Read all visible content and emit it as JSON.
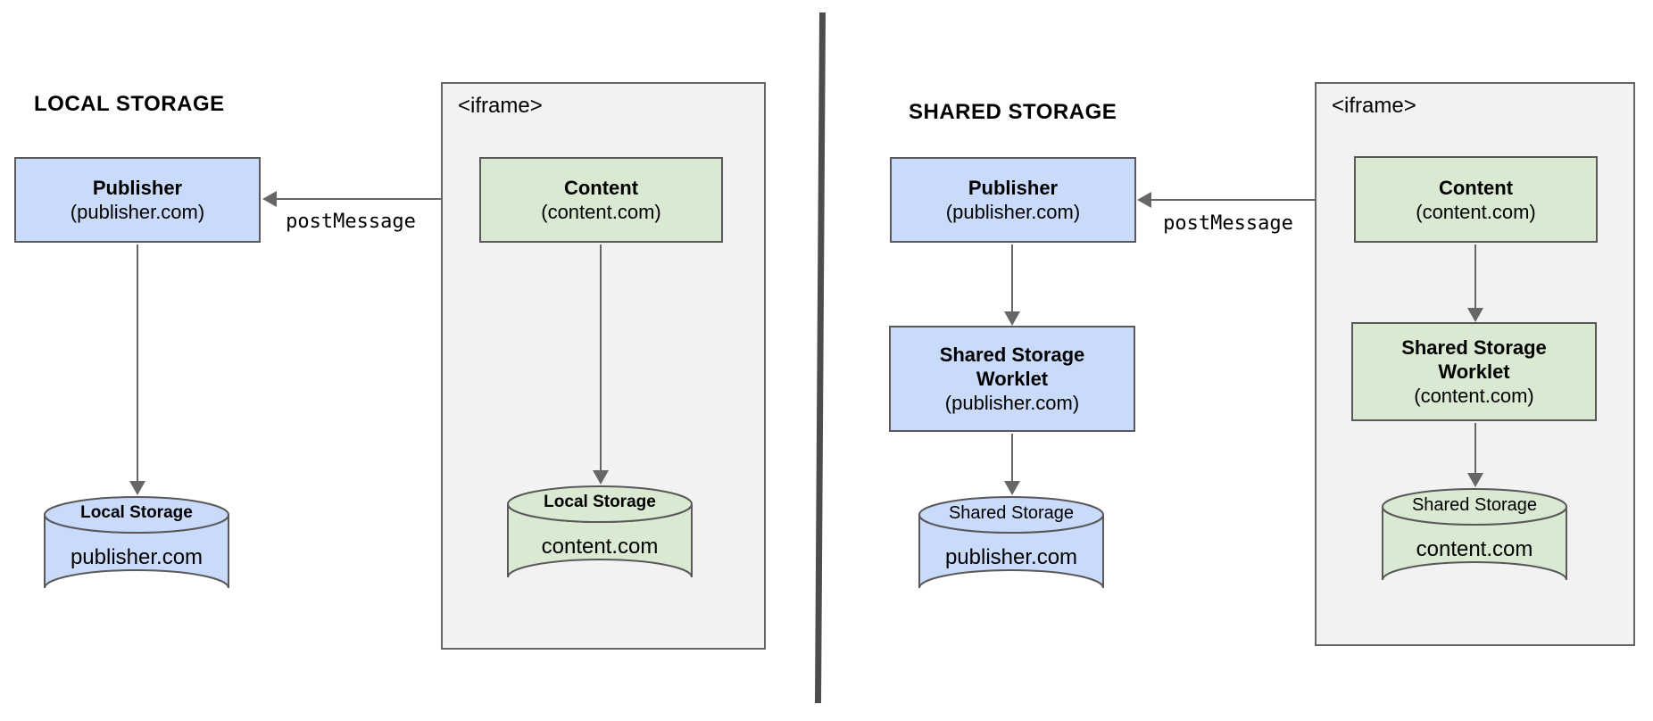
{
  "colors": {
    "background": "#ffffff",
    "blue_fill": "#c9dafa",
    "green_fill": "#d9e9d2",
    "box_border": "#595959",
    "iframe_fill": "#f2f2f2",
    "iframe_border": "#666666",
    "arrow": "#666666",
    "divider": "#4d4d4d",
    "text": "#000000"
  },
  "left_panel": {
    "title": "LOCAL STORAGE",
    "publisher_box": {
      "title": "Publisher",
      "subtitle": "(publisher.com)"
    },
    "post_message_label": "postMessage",
    "storage_cylinder": {
      "label": "Local Storage",
      "value": "publisher.com"
    },
    "iframe": {
      "label": "<iframe>",
      "content_box": {
        "title": "Content",
        "subtitle": "(content.com)"
      },
      "storage_cylinder": {
        "label": "Local Storage",
        "value": "content.com"
      }
    }
  },
  "right_panel": {
    "title": "SHARED STORAGE",
    "publisher_box": {
      "title": "Publisher",
      "subtitle": "(publisher.com)"
    },
    "post_message_label": "postMessage",
    "worklet_box": {
      "line1": "Shared Storage",
      "line2": "Worklet",
      "subtitle": "(publisher.com)"
    },
    "storage_cylinder": {
      "label": "Shared Storage",
      "value": "publisher.com"
    },
    "iframe": {
      "label": "<iframe>",
      "content_box": {
        "title": "Content",
        "subtitle": "(content.com)"
      },
      "worklet_box": {
        "line1": "Shared Storage",
        "line2": "Worklet",
        "subtitle": "(content.com)"
      },
      "storage_cylinder": {
        "label": "Shared Storage",
        "value": "content.com"
      }
    }
  }
}
